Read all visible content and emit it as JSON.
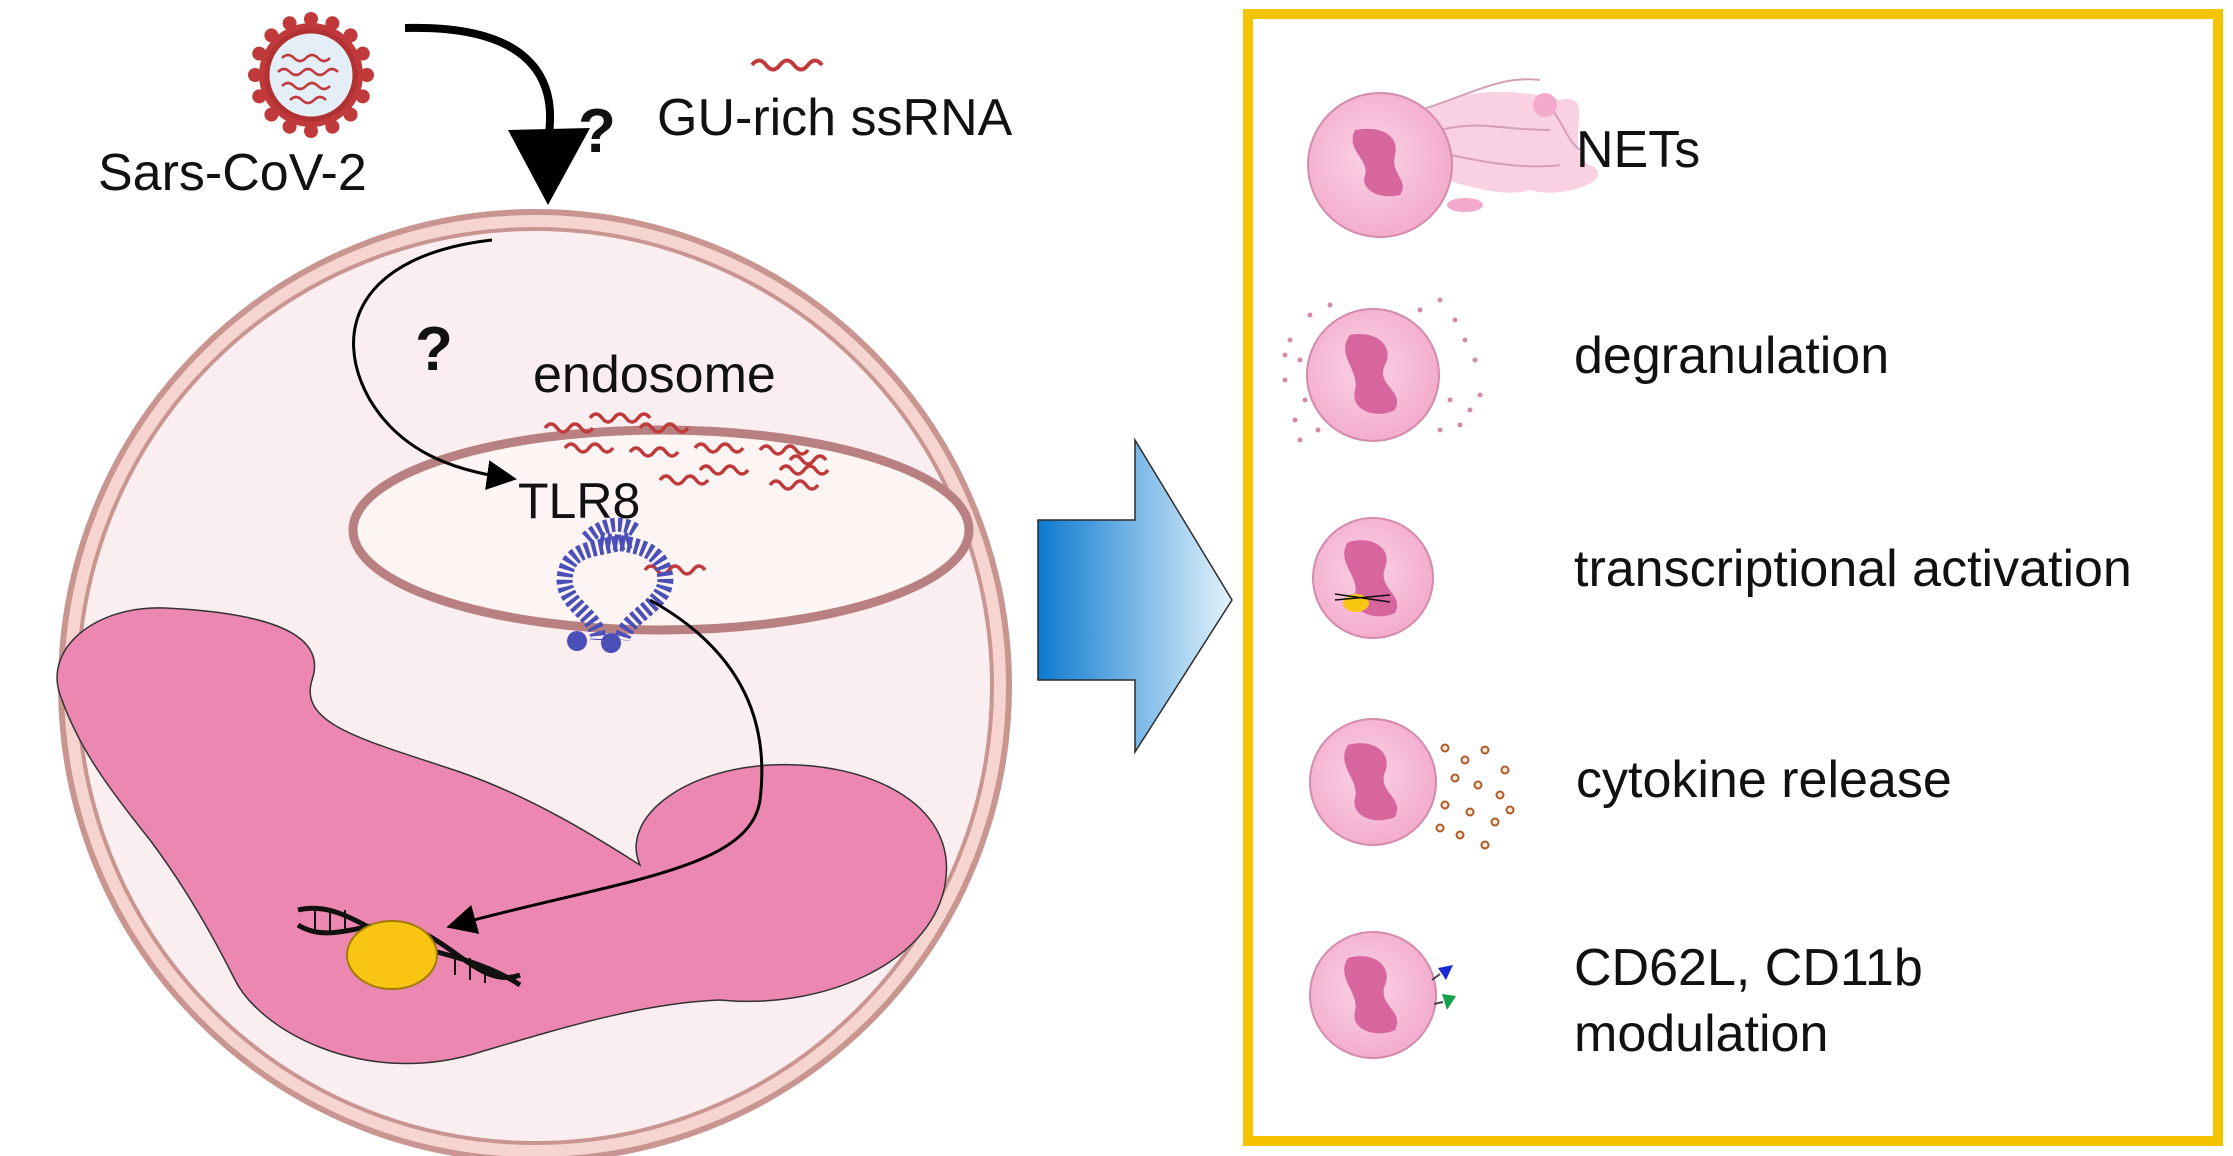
{
  "left_panel": {
    "virus_label": "Sars-CoV-2",
    "rna_label": "GU-rich ssRNA",
    "question_mark_entry": "?",
    "question_mark_uptake": "?",
    "endosome_label": "endosome",
    "receptor_label": "TLR8"
  },
  "right_panel": {
    "outcomes": [
      {
        "label": "NETs"
      },
      {
        "label": "degranulation"
      },
      {
        "label": "transcriptional activation"
      },
      {
        "label": "cytokine release"
      },
      {
        "label_line1": "CD62L, CD11b",
        "label_line2": "modulation"
      }
    ]
  },
  "colors": {
    "cell_membrane": "#c99590",
    "cell_fill": "#fbeef0",
    "nucleus": "#ec87b1",
    "rna": "#c0393b",
    "tlr8": "#4b4fb8",
    "transcription_factor": "#f9c513",
    "panel_border": "#f5c400",
    "arrow_dark": "#0d7ad0",
    "arrow_light": "#e4f3fc",
    "neutrophil": "#f6bcd8",
    "neutrophil_nucleus": "#d8669e"
  }
}
